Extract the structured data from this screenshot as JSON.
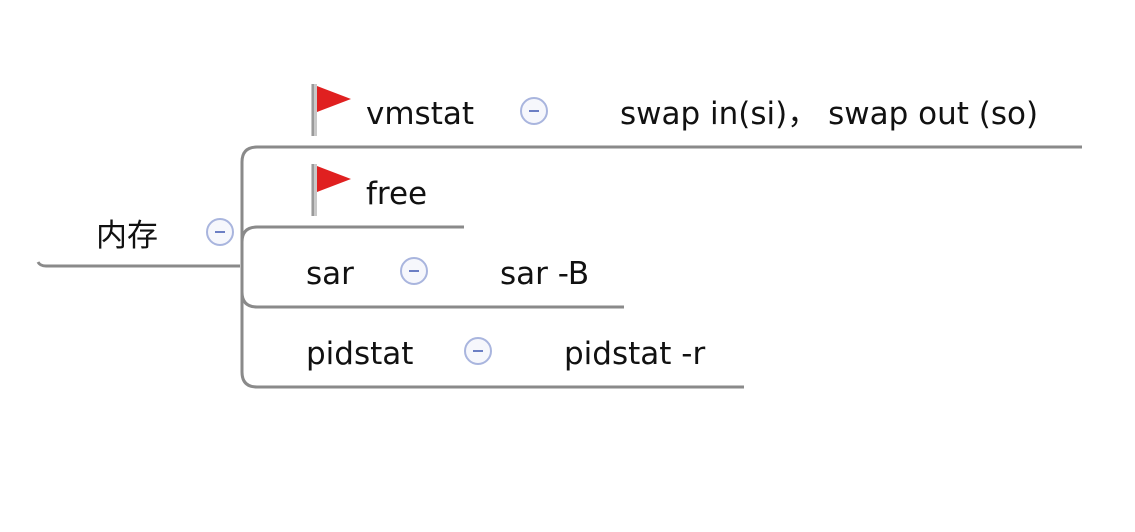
{
  "colors": {
    "connector": "#8a8a8a",
    "toggle_border": "#a9b5de",
    "flag": "#e02020"
  },
  "root": {
    "label": "内存",
    "collapse_icon": "minus-circle-icon"
  },
  "branches": [
    {
      "label": "vmstat",
      "marker": "red-flag-icon",
      "collapse_icon": "minus-circle-icon",
      "child": "swap in(si)， swap out (so)"
    },
    {
      "label": "free",
      "marker": "red-flag-icon"
    },
    {
      "label": "sar",
      "collapse_icon": "minus-circle-icon",
      "child": "sar -B"
    },
    {
      "label": "pidstat",
      "collapse_icon": "minus-circle-icon",
      "child": "pidstat -r"
    }
  ]
}
